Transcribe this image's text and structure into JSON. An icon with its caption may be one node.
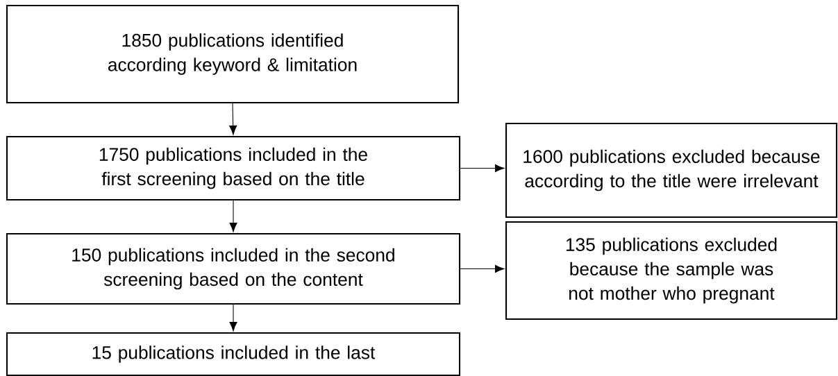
{
  "diagram": {
    "nodes": [
      {
        "text": [
          "1850 publications identified according keyword & limitation"
        ]
      },
      {
        "text": [
          "1750 publications included in the first screening based on the title"
        ]
      },
      {
        "text": [
          "1600 publications excluded because according to the title were irrelevant"
        ]
      },
      {
        "text": [
          "150 publications included in the second screening based on the content"
        ]
      },
      {
        "text": [
          "135 publications excluded because the sample was not mother who pregnant"
        ]
      },
      {
        "text": [
          "15 publications included in the last"
        ]
      }
    ],
    "edges": [
      {
        "from": 0,
        "to": 1,
        "arrow": "to"
      },
      {
        "from": 1,
        "to": 2,
        "arrow": "to"
      },
      {
        "from": 1,
        "to": 3,
        "arrow": "to"
      },
      {
        "from": 3,
        "to": 4,
        "arrow": "to"
      },
      {
        "from": 3,
        "to": 5,
        "arrow": "to"
      }
    ]
  }
}
